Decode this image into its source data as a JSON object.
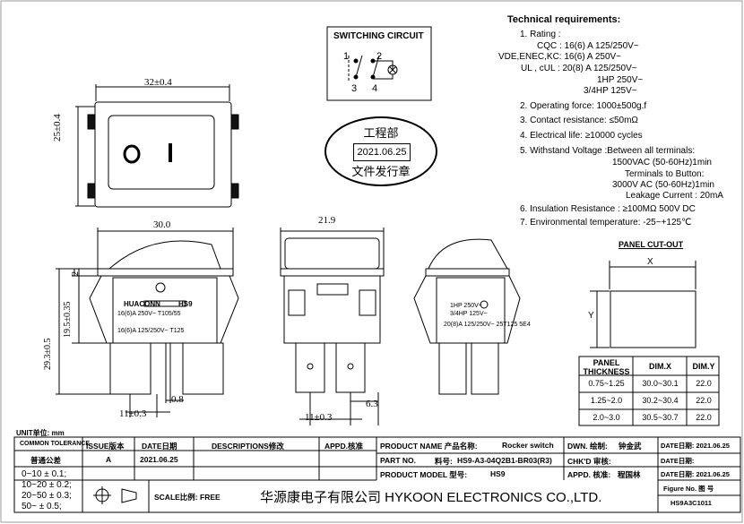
{
  "switching_circuit": {
    "title": "SWITCHING CIRCUIT",
    "terminals": [
      "1",
      "2",
      "3",
      "4"
    ]
  },
  "stamp": {
    "line1": "工程部",
    "date": "2021.06.25",
    "line2": "文件发行章"
  },
  "tech": {
    "title": "Technical requirements:",
    "r1": "1. Rating :",
    "r1a": "CQC : 16(6) A 125/250V~",
    "r1b": "VDE,ENEC,KC: 16(6) A  250V~",
    "r1c": "UL , cUL : 20(8) A 125/250V~",
    "r1d": "1HP  250V~",
    "r1e": "3/4HP  125V~",
    "r2": "2. Operating force: 1000±500g.f",
    "r3": "3. Contact resistance: ≤50mΩ",
    "r4": "4. Electrical life: ≥10000 cycles",
    "r5": "5. Withstand Voltage :Between all terminals:",
    "r5a": "1500VAC (50-60Hz)1min",
    "r5b": "Terminals to Button:",
    "r5c": "3000V AC (50-60Hz)1min",
    "r5d": "Leakage Current : 20mA",
    "r6": "6. Insulation Resistance : ≥100MΩ 500V DC",
    "r7": "7. Environmental temperature: -25~+125℃"
  },
  "dims": {
    "width_top": "32±0.4",
    "height_top": "25±0.4",
    "w_front": "30.0",
    "w_side": "21.9",
    "h_a": "2",
    "h_b": "19.5±0.35",
    "h_c": "29.3±0.5",
    "pin_a": "0.8",
    "pin_b": "11±0.3",
    "pin_c": "11±0.3",
    "pin_d": "6.3"
  },
  "switch_front": {
    "brand": "HUACONN",
    "model": "HS9",
    "rating1": "16(6)A 250V~ T105/55",
    "rating2": "16(6)A 125/250V~ T125"
  },
  "switch_right": {
    "line1": "1HP 250V~",
    "line2": "3/4HP 125V~",
    "line3": "20(8)A 125/250V~ 25T125 5E4"
  },
  "panel_cutout": {
    "title": "PANEL CUT-OUT",
    "x_label": "X",
    "y_label": "Y",
    "headers": [
      "PANEL THICKNESS",
      "DIM.X",
      "DIM.Y"
    ],
    "rows": [
      [
        "0.75~1.25",
        "30.0~30.1",
        "22.0"
      ],
      [
        "1.25~2.0",
        "30.2~30.4",
        "22.0"
      ],
      [
        "2.0~3.0",
        "30.5~30.7",
        "22.0"
      ]
    ]
  },
  "title_block": {
    "unit": "UNIT单位: mm",
    "common_tolerance": "COMMON TOLERANCE",
    "general_tolerance": "普通公差",
    "tolerances": [
      "0~10   ± 0.1;",
      "10~20  ± 0.2;",
      "20~50  ± 0.3;",
      "50~    ± 0.5;"
    ],
    "issue_header": "ISSUE版本",
    "issue": "A",
    "date_header": "DATE日期",
    "date": "2021.06.25",
    "desc_header": "DESCRIPTIONS修改",
    "appd_header": "APPD.核准",
    "scale": "SCALE比例: FREE",
    "company": "华源康电子有限公司  HYKOON ELECTRONICS CO.,LTD.",
    "product_name_label": "PRODUCT NAME 产品名称:",
    "product_name": "Rocker switch",
    "part_no_label": "PART NO.",
    "part_no_label2": "料号:",
    "part_no": "HS9-A3-04Q2B1-BR03(R3)",
    "product_model_label": "PRODUCT MODEL 型号:",
    "product_model": "HS9",
    "dwn_label": "DWN. 绘制:",
    "dwn": "钟金武",
    "chkd_label": "CHK'D 审核:",
    "appd_label": "APPD. 核准:",
    "appd": "程国林",
    "date1": "DATE日期: 2021.06.25",
    "date2": "DATE日期:",
    "date3": "DATE日期: 2021.06.25",
    "figure_label": "Figure No.  图 号",
    "figure_no": "HS9A3C1011"
  }
}
